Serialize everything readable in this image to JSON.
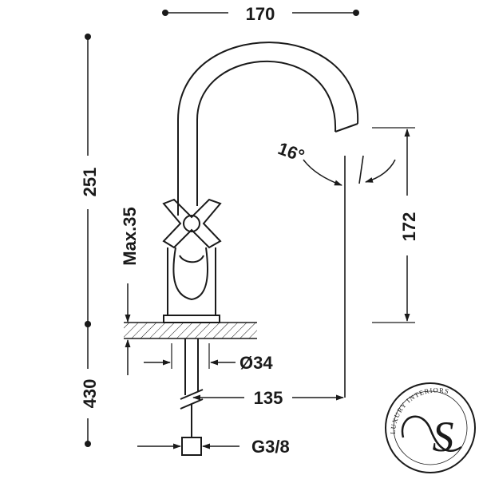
{
  "dimensions": {
    "width_top": "170",
    "height_total": "251",
    "max_thickness": "Max.35",
    "angle": "16°",
    "spout_height": "172",
    "diameter": "Ø34",
    "reach": "135",
    "hose_length": "430",
    "thread": "G3/8"
  },
  "logo": {
    "arc_text": "LUXURY INTERIORS",
    "monogram": "S"
  },
  "colors": {
    "ink": "#1a1a1a",
    "background": "#ffffff"
  }
}
